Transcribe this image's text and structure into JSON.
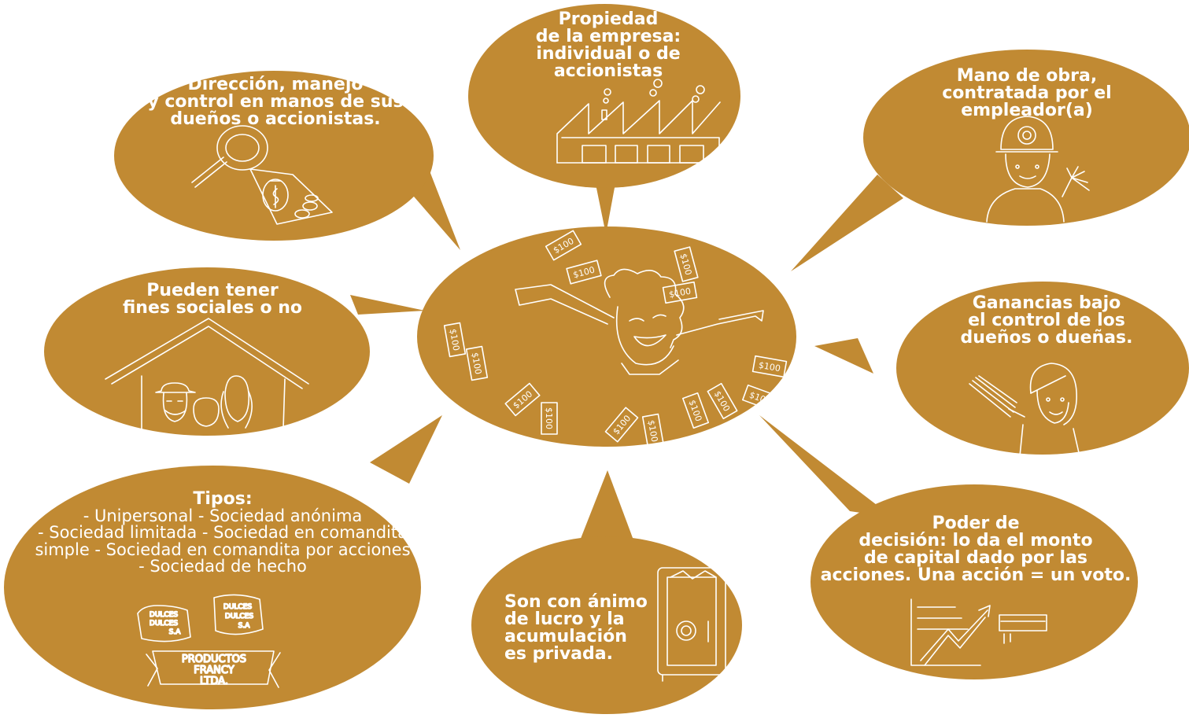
{
  "colors": {
    "bubble": "#c18a33",
    "sketch": "#ffffff",
    "text": "#ffffff"
  },
  "center": {
    "bills": [
      "$100",
      "$100",
      "$100",
      "$100",
      "$100",
      "$100",
      "$100",
      "$100",
      "$100",
      "$100",
      "$100",
      "$100",
      "$100",
      "$100"
    ]
  },
  "bubbles": {
    "propiedad": {
      "lines": [
        "Propiedad",
        "de la empresa:",
        "individual o de accionistas"
      ]
    },
    "direccion": {
      "lines": [
        "Dirección, manejo",
        "y control en manos de sus",
        "dueños o accionistas."
      ]
    },
    "mano_obra": {
      "lines": [
        "Mano de obra,",
        "contratada por el",
        "empleador(a)"
      ]
    },
    "fines": {
      "lines": [
        "Pueden tener",
        "fines sociales o no"
      ]
    },
    "ganancias": {
      "lines": [
        "Ganancias bajo",
        "el control de los",
        "dueños o dueñas."
      ]
    },
    "tipos": {
      "title": "Tipos:",
      "lines": [
        "- Unipersonal - Sociedad anónima",
        "- Sociedad limitada - Sociedad en comandita",
        "simple - Sociedad en comandita por acciones",
        "- Sociedad de hecho"
      ],
      "sketch_labels": [
        "DULCES",
        "DULCES",
        "S.A",
        "DULCES",
        "DULCES",
        "S.A",
        "PRODUCTOS",
        "FRANCY",
        "LTDA."
      ]
    },
    "lucro": {
      "lines": [
        "Son con ánimo",
        "de lucro y la",
        "acumulación",
        "es privada."
      ]
    },
    "poder": {
      "lines": [
        "Poder de",
        "decisión: lo da el monto",
        "de capital dado por las",
        "acciones. Una acción = un voto."
      ]
    }
  },
  "icons": [
    "money-bag-icon",
    "factory-icon",
    "worker-icon",
    "house-family-icon",
    "woman-money-icon",
    "safe-icon",
    "growth-chart-icon",
    "celebrating-person-icon"
  ]
}
